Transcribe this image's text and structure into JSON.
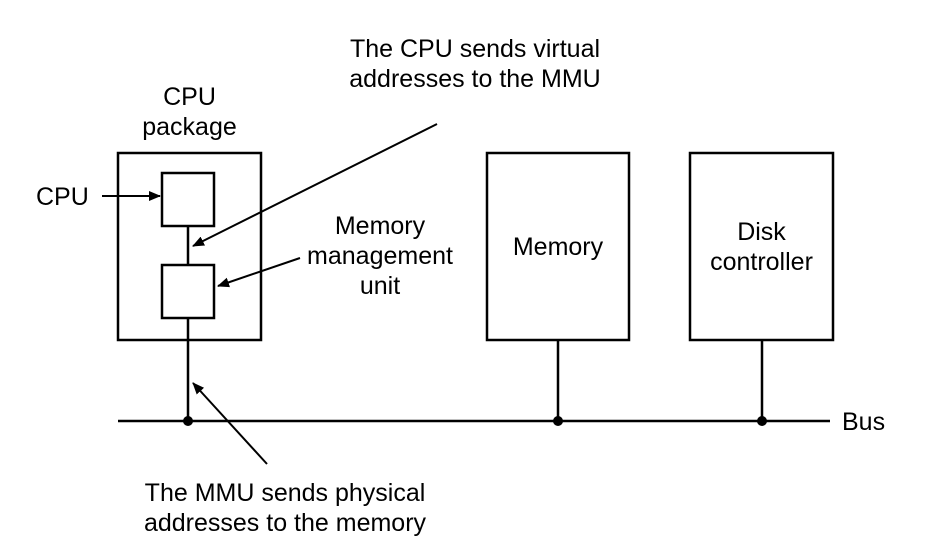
{
  "labels": {
    "cpu_send_note_line1": "The CPU sends virtual",
    "cpu_send_note_line2": "addresses to the MMU",
    "cpu_package_line1": "CPU",
    "cpu_package_line2": "package",
    "cpu": "CPU",
    "mmu_line1": "Memory",
    "mmu_line2": "management",
    "mmu_line3": "unit",
    "memory": "Memory",
    "disk_line1": "Disk",
    "disk_line2": "controller",
    "bus": "Bus",
    "mmu_send_note_line1": "The MMU sends physical",
    "mmu_send_note_line2": "addresses to the memory"
  },
  "colors": {
    "stroke": "#000000",
    "background": "#ffffff"
  }
}
